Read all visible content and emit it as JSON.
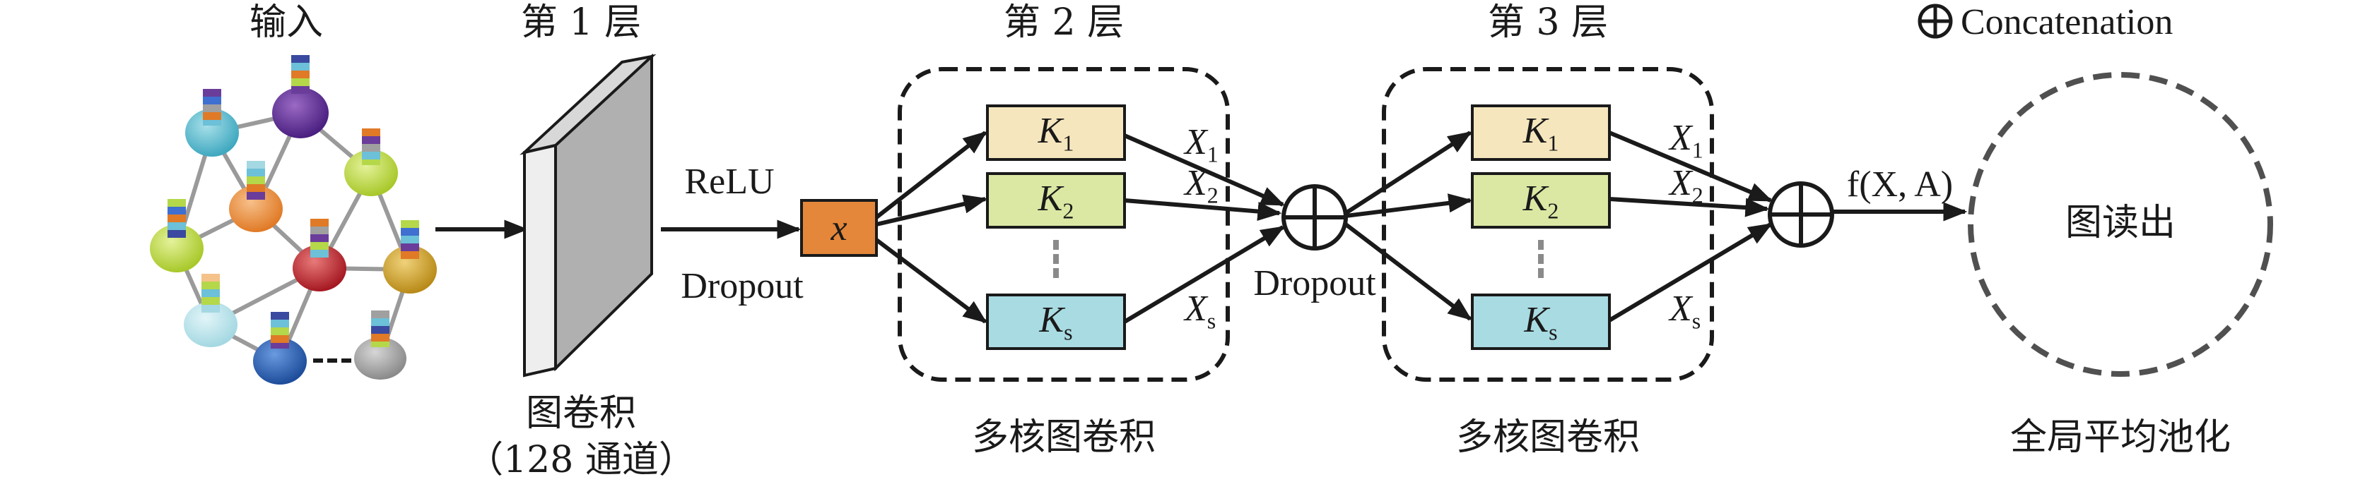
{
  "labels": {
    "input": "输入",
    "layer1": "第 1 层",
    "layer2": "第 2 层",
    "layer3": "第 3 层",
    "legend_text": "Concatenation",
    "relu": "ReLU",
    "dropout1": "Dropout",
    "dropout2": "Dropout",
    "gcn": "图卷积",
    "gcn_channels": "（128 通道）",
    "multi_kernel_1": "多核图卷积",
    "multi_kernel_2": "多核图卷积",
    "global_pool": "全局平均池化",
    "readout": "图读出",
    "x_node": "x",
    "fxa": "f(X, A)"
  },
  "kernels": {
    "k1": "K",
    "k1_sub": "1",
    "k2": "K",
    "k2_sub": "2",
    "ks": "K",
    "ks_sub": "s"
  },
  "outputs": {
    "x1": "X",
    "x1_sub": "1",
    "x2": "X",
    "x2_sub": "2",
    "xs": "X",
    "xs_sub": "s"
  },
  "colors": {
    "k1_fill": "#f5e6bd",
    "k2_fill": "#dbe8a4",
    "ks_fill": "#a9dbe2",
    "x_node_fill": "#e4873a",
    "slab_front": "#eeeeee",
    "slab_side": "#b0b0b0",
    "stroke": "#1a1a1a"
  }
}
